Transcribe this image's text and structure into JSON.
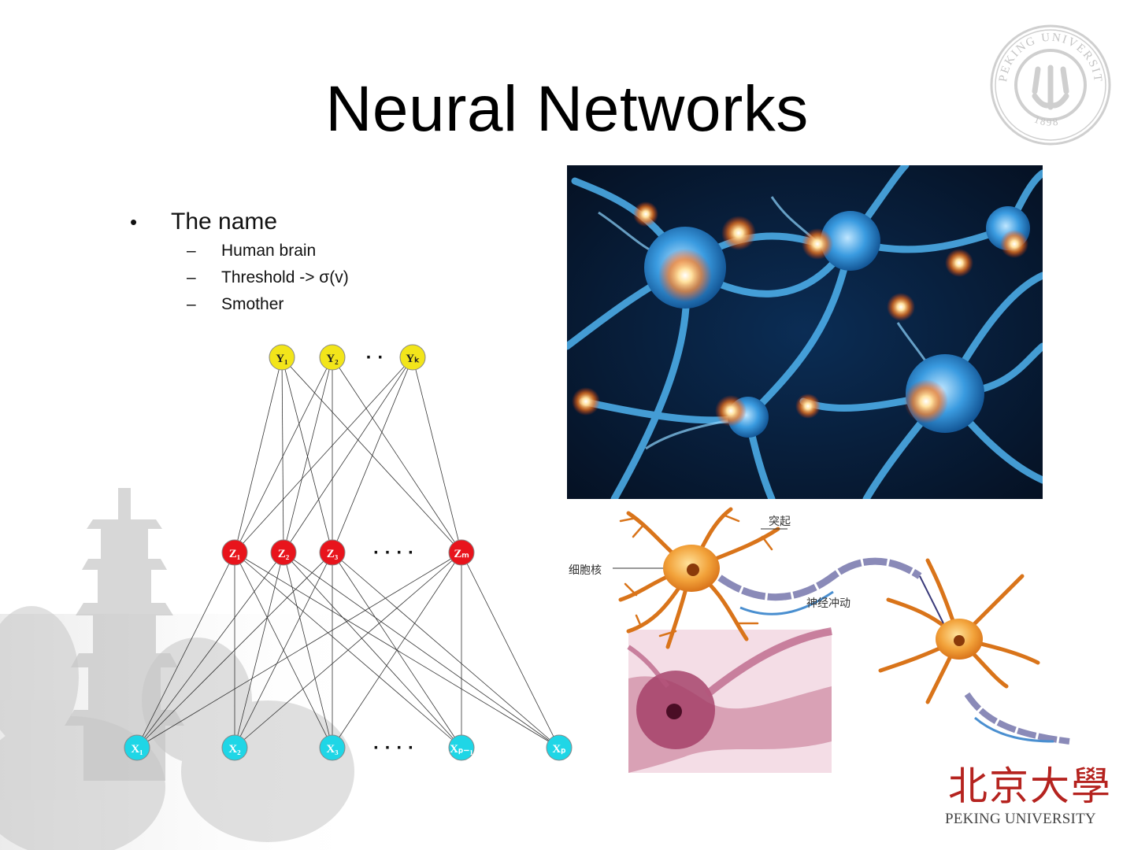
{
  "slide": {
    "title": "Neural Networks",
    "bullet": "The name",
    "subitems": [
      "Human brain",
      "Threshold -> σ(v)",
      "Smother"
    ],
    "bullet_marker": "•",
    "dash_marker": "–"
  },
  "network": {
    "output_labels": [
      "Y₁",
      "Y₂",
      "Yₖ"
    ],
    "hidden_labels": [
      "Z₁",
      "Z₂",
      "Z₃",
      "Zₘ"
    ],
    "input_labels": [
      "X₁",
      "X₂",
      "X₃",
      "Xₚ₋₁",
      "Xₚ"
    ],
    "ellipsis": "· · · ·",
    "ellipsis_short": "· ·",
    "colors": {
      "output": "#f2e51a",
      "hidden": "#e8141c",
      "input": "#1fd6e6"
    }
  },
  "neuron_diagram": {
    "label_dendrite": "突起",
    "label_nucleus": "细胞核",
    "label_impulse": "神经冲动"
  },
  "logo": {
    "seal_text": "PEKING UNIVERSITY",
    "seal_year": "1898",
    "name_cn": "北京大學",
    "name_en": "PEKING UNIVERSITY",
    "seal_color": "#cfcfcf",
    "cn_color": "#b5231f"
  }
}
